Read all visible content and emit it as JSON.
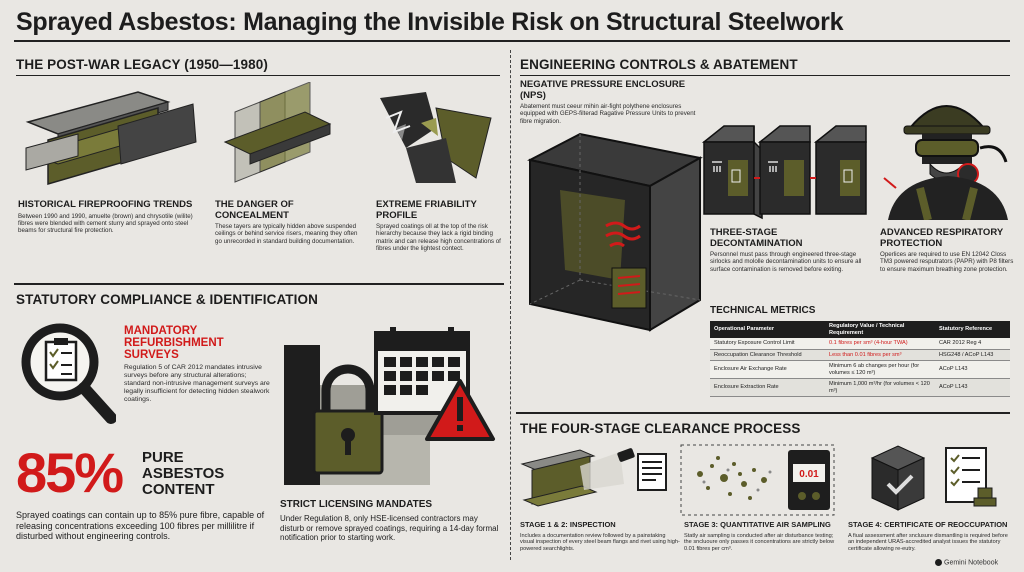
{
  "title": "Sprayed Asbestos: Managing the Invisible Risk on Structural Steelwork",
  "legacy": {
    "heading": "THE POST-WAR LEGACY (1950—1980)",
    "cards": [
      {
        "title": "HISTORICAL FIREPROOFING TRENDS",
        "text": "Between 1990 and 1990, amuelte (brown) and chrysotile (wilite) fibres were blended with cement sturry and sprayed onto steel beams for structural fire protection."
      },
      {
        "title": "THE DANGER OF CONCEALMENT",
        "text": "These tayers are typically hidden above suspended ceilings or behind service risers, meaning they often go unrecorded in standard building documentation."
      },
      {
        "title": "EXTREME FRIABILITY PROFILE",
        "text": "Sprayed coatings oll at the top of the risk hierarchy because they lack a rigid binding matrix and can release high concentrations of fibres under the lightest contect."
      }
    ]
  },
  "compliance": {
    "heading": "STATUTORY COMPLIANCE & IDENTIFICATION",
    "survey_title": "MANDATORY REFURBISHMENT SURVEYS",
    "survey_text": "Regulation 5 of CAR 2012 mandates intrusive surveys before any structural alterations; standard non-intrusive management surveys are legally insufficient for detecting hidden stealwork coatings.",
    "pct_value": "85%",
    "pct_label": "PURE ASBESTOS CONTENT",
    "pct_text": "Sprayed coatings can contain up to 85% pure fibre, capable of releasing concentrations exceeding 100 fibres per millilitre if disturbed without engineering controls.",
    "licensing_title": "STRICT LICENSING MANDATES",
    "licensing_text": "Under Regulation 8, only HSE-licensed contractors may disturb or remove sprayed coatings, requiring a 14-day formal notification prior to starting work."
  },
  "engineering": {
    "heading": "ENGINEERING CONTROLS & ABATEMENT",
    "nps_title": "NEGATIVE PRESSURE ENCLOSURE (NPS)",
    "nps_text": "Abatement must ceeur mihin air-fight polythene enclosures equipped with GEPS-filterad Ragative Pressure Units to prevent fibre migration.",
    "decon_title": "THREE-STAGE DECONTAMINATION",
    "decon_text": "Personnel must pass through engineered three-stage sirlocks and mololle decontamination units to ensure all surface contamination is removed before exiting.",
    "resp_title": "ADVANCED RESPIRATORY PROTECTION",
    "resp_text": "Operlices are required to use EN 12042 Closs TM3 powered resputrators (PAPR) with P8 filters to ensure maximum breathing zone protection."
  },
  "metrics": {
    "heading": "TECHNICAL METRICS",
    "headers": [
      "Operational Parameter",
      "Regulatory Value / Technical Requirement",
      "Statutory Reference"
    ],
    "rows": [
      [
        "Statutory Exposure Control Limit",
        "0.1 fibres per sm³ (4-hour TWA)",
        "CAR 2012 Reg 4"
      ],
      [
        "Reoccupation Clearance Threshold",
        "Less than 0.01 fibres per sm³",
        "HSG248 / ACoP L143"
      ],
      [
        "Enclosure Air Exchange Rate",
        "Minimum 6 ab changes per hour (for volumes ≤ 120 m³)",
        "ACoP L143"
      ],
      [
        "Enclosure Extraction Rate",
        "Minimum 1,000 m³/hr (for volumes < 120 m³)",
        "ACoP L143"
      ]
    ]
  },
  "clearance": {
    "heading": "THE FOUR-STAGE CLEARANCE PROCESS",
    "stages": [
      {
        "title": "STAGE 1 & 2: INSPECTION",
        "text": "Includes a documentation review followed by a painstaking visual inspection of every steel beam flangs and rivet using high-powered searchlights."
      },
      {
        "title": "STAGE 3: QUANTITATIVE AIR SAMPLING",
        "text": "Statly air sampling is conducted after air disturbance testing; the sncluoure only passes it concentrations are strictly below 0.01 fibres per cm³."
      },
      {
        "title": "STAGE 4: CERTIFICATE OF REOCCUPATION",
        "text": "A fiual assessment after snclusure dismantling is required before an independent URAS-accredited analyst issues the statutory certificate allowing re-eutry."
      }
    ],
    "meter_reading": "0.01"
  },
  "footer": {
    "brand": "Gemini Notebook"
  }
}
